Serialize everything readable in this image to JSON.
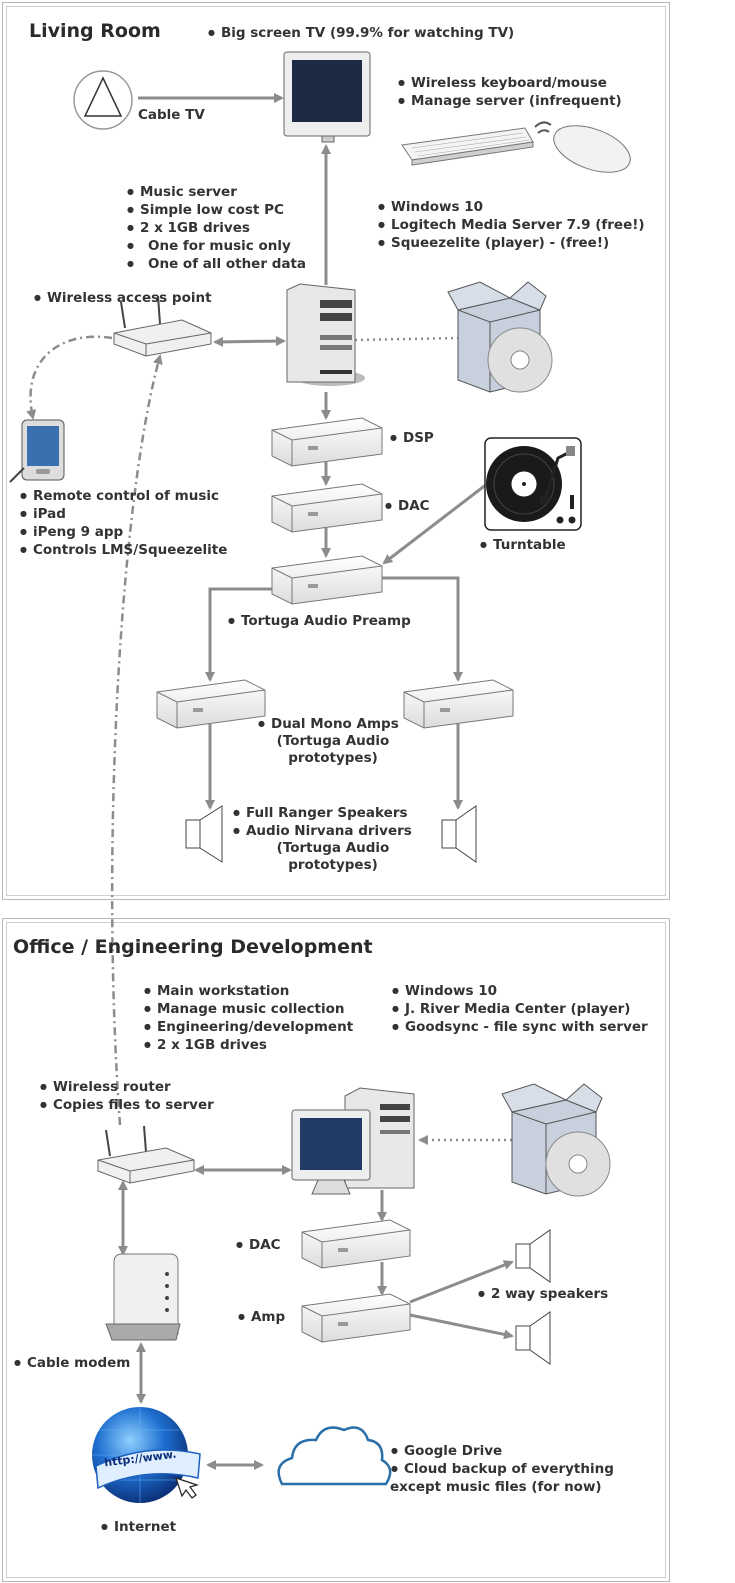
{
  "living_room": {
    "title": "Living Room",
    "tv_label": "Big screen TV (99.9% for watching TV)",
    "cable_tv": "Cable TV",
    "keyboard_items": [
      "Wireless keyboard/mouse",
      "Manage server (infrequent)"
    ],
    "server_items": [
      "Music server",
      "Simple low cost PC",
      "2 x 1GB drives",
      "One for music only",
      "One of all other data"
    ],
    "software_items": [
      "Windows 10",
      "Logitech Media Server 7.9 (free!)",
      "Squeezelite (player) - (free!)"
    ],
    "wap": "Wireless access point",
    "ipad_items": [
      "Remote control of music",
      "iPad",
      "iPeng 9 app",
      "Controls LMS/Squeezelite"
    ],
    "dsp": "DSP",
    "dac": "DAC",
    "turntable": "Turntable",
    "preamp": "Tortuga Audio Preamp",
    "amps": [
      "Dual Mono Amps",
      "(Tortuga Audio",
      "prototypes)"
    ],
    "speakers": [
      "Full Ranger Speakers",
      "Audio Nirvana drivers",
      "(Tortuga Audio",
      "prototypes)"
    ]
  },
  "office": {
    "title": "Office / Engineering Development",
    "workstation_items": [
      "Main workstation",
      "Manage music collection",
      "Engineering/development",
      "2 x 1GB drives"
    ],
    "software_items": [
      "Windows 10",
      "J. River Media Center (player)",
      "Goodsync - file sync with server"
    ],
    "router_items": [
      "Wireless router",
      "Copies files to server"
    ],
    "dac": "DAC",
    "amp": "Amp",
    "speakers": "2 way speakers",
    "modem": "Cable modem",
    "internet": "Internet",
    "www": "http://www.",
    "cloud_items": [
      "Google Drive",
      "Cloud backup of everything",
      "except music files (for now)"
    ]
  },
  "colors": {
    "wire": "#8c8c8c",
    "box": "#f2f2f2",
    "globe": "#1e5fbf",
    "cloud": "#2a6fa8"
  }
}
